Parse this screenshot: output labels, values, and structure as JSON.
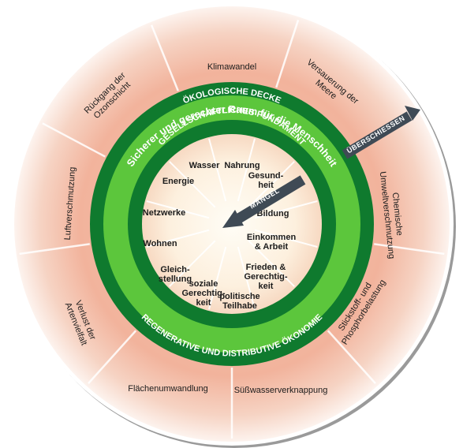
{
  "rings": {
    "outer_band_label": "ÖKOLOGISCHE DECKE",
    "safe_space_label": "Sicherer und gerechter Raum für die Menschheit",
    "foundation_label": "GESELLSCHAFTLICHES FUNDAMENT",
    "economy_label": "REGENERATIVE UND DISTRIBUTIVE ÖKONOMIE"
  },
  "arrows": {
    "overshoot_label": "ÜBERSCHIESSEN",
    "shortfall_label": "MANGEL"
  },
  "ceiling_items": [
    "Klimawandel",
    "Versauerung der Meere",
    "Chemische Umweltverschmutzung",
    "Stickstoff- und Phosphorbelastung",
    "Süßwasserverknappung",
    "Flächenumwandlung",
    "Verlust der Artenvielfalt",
    "Luftverschmutzung",
    "Rückgang der Ozonschicht"
  ],
  "foundation_items": [
    "Wasser",
    "Nahrung",
    "Gesund-heit",
    "Bildung",
    "Einkommen & Arbeit",
    "Frieden & Gerechtig-keit",
    "politische Teilhabe",
    "soziale Gerechtig-keit",
    "Gleich-stellung",
    "Wohnen",
    "Netzwerke",
    "Energie"
  ],
  "colors": {
    "dark_green": "#0f7a2e",
    "light_green": "#5cc63c",
    "outer_salmon": "#f0a088",
    "arrow_grey": "#3f4a55"
  }
}
